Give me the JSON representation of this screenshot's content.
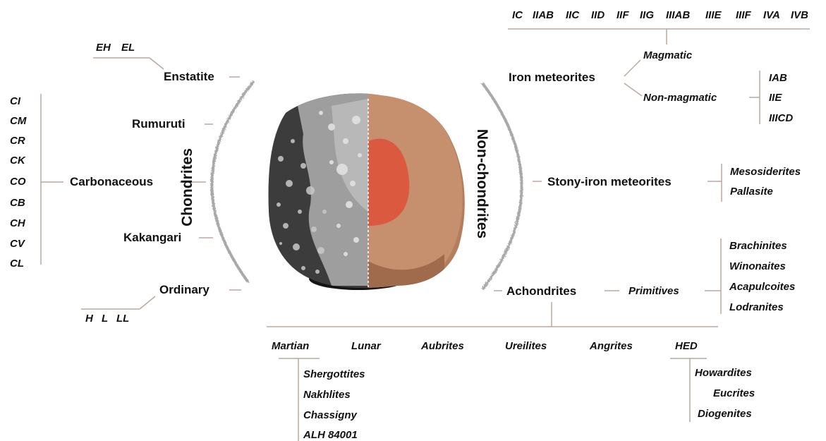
{
  "chondrites": {
    "title": "Chondrites",
    "classes": {
      "enstatite": {
        "name": "Enstatite",
        "groups": [
          "EH",
          "EL"
        ]
      },
      "rumuruti": {
        "name": "Rumuruti"
      },
      "carbonaceous": {
        "name": "Carbonaceous",
        "groups": [
          "CI",
          "CM",
          "CR",
          "CK",
          "CO",
          "CB",
          "CH",
          "CV",
          "CL"
        ]
      },
      "kakangari": {
        "name": "Kakangari"
      },
      "ordinary": {
        "name": "Ordinary",
        "groups": [
          "H",
          "L",
          "LL"
        ]
      }
    }
  },
  "non_chondrites": {
    "title": "Non-chondrites",
    "iron": {
      "name": "Iron meteorites",
      "magmatic": {
        "name": "Magmatic",
        "groups": [
          "IC",
          "IIAB",
          "IIC",
          "IID",
          "IIF",
          "IIG",
          "IIIAB",
          "IIIE",
          "IIIF",
          "IVA",
          "IVB"
        ]
      },
      "non_magmatic": {
        "name": "Non-magmatic",
        "groups": [
          "IAB",
          "IIE",
          "IIICD"
        ]
      }
    },
    "stony_iron": {
      "name": "Stony-iron meteorites",
      "groups": [
        "Mesosiderites",
        "Pallasite"
      ]
    },
    "achondrites": {
      "name": "Achondrites",
      "primitives": {
        "name": "Primitives",
        "groups": [
          "Brachinites",
          "Winonaites",
          "Acapulcoites",
          "Lodranites"
        ]
      },
      "groups": [
        "Martian",
        "Lunar",
        "Aubrites",
        "Ureilites",
        "Angrites",
        "HED"
      ],
      "martian": [
        "Shergottites",
        "Nakhlites",
        "Chassigny",
        "ALH 84001"
      ],
      "hed": [
        "Howardites",
        "Eucrites",
        "Diogenites"
      ]
    }
  },
  "colors": {
    "line": "#b8a9a0",
    "arc": "#a9a9a9",
    "rock_dark": "#3a3a3a",
    "rock_grey": "#a8a8a8",
    "rock_tan": "#c99070",
    "core": "#d9503a"
  }
}
